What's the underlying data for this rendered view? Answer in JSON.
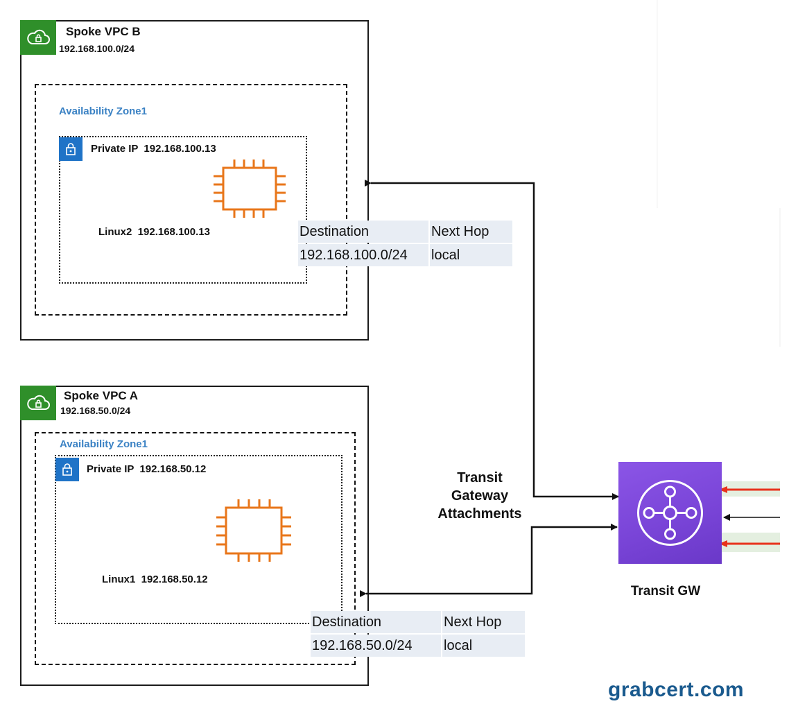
{
  "vpc_b": {
    "title": "Spoke VPC B",
    "cidr": "192.168.100.0/24",
    "az_label": "Availability Zone1",
    "private_ip_label": "Private IP  192.168.100.13",
    "host_label": "Linux2  192.168.100.13",
    "route_table": {
      "headers": [
        "Destination",
        "Next Hop"
      ],
      "rows": [
        [
          "192.168.100.0/24",
          "local"
        ]
      ]
    }
  },
  "vpc_a": {
    "title": "Spoke VPC A",
    "cidr": "192.168.50.0/24",
    "az_label": "Availability Zone1",
    "private_ip_label": "Private IP  192.168.50.12",
    "host_label": "Linux1  192.168.50.12",
    "route_table": {
      "headers": [
        "Destination",
        "Next Hop"
      ],
      "rows": [
        [
          "192.168.50.0/24",
          "local"
        ]
      ]
    }
  },
  "transit": {
    "attachments_label": [
      "Transit",
      "Gateway",
      "Attachments"
    ],
    "gateway_label": "Transit GW"
  },
  "watermark": "grabcert.com",
  "colors": {
    "vpc_badge": "#2f8f2a",
    "lock_badge": "#1f73c7",
    "az_label": "#3b82c4",
    "ec2_icon": "#e8761a",
    "tgw": "#7a45d8",
    "route_table_bg": "#e8edf4",
    "red_arrow": "#e8321c",
    "watermark": "#1a5a8e"
  },
  "icons": {
    "vpc": "cloud-lock-icon",
    "subnet": "lock-icon",
    "instance": "ec2-chip-icon",
    "gateway": "transit-gateway-hub-icon"
  }
}
